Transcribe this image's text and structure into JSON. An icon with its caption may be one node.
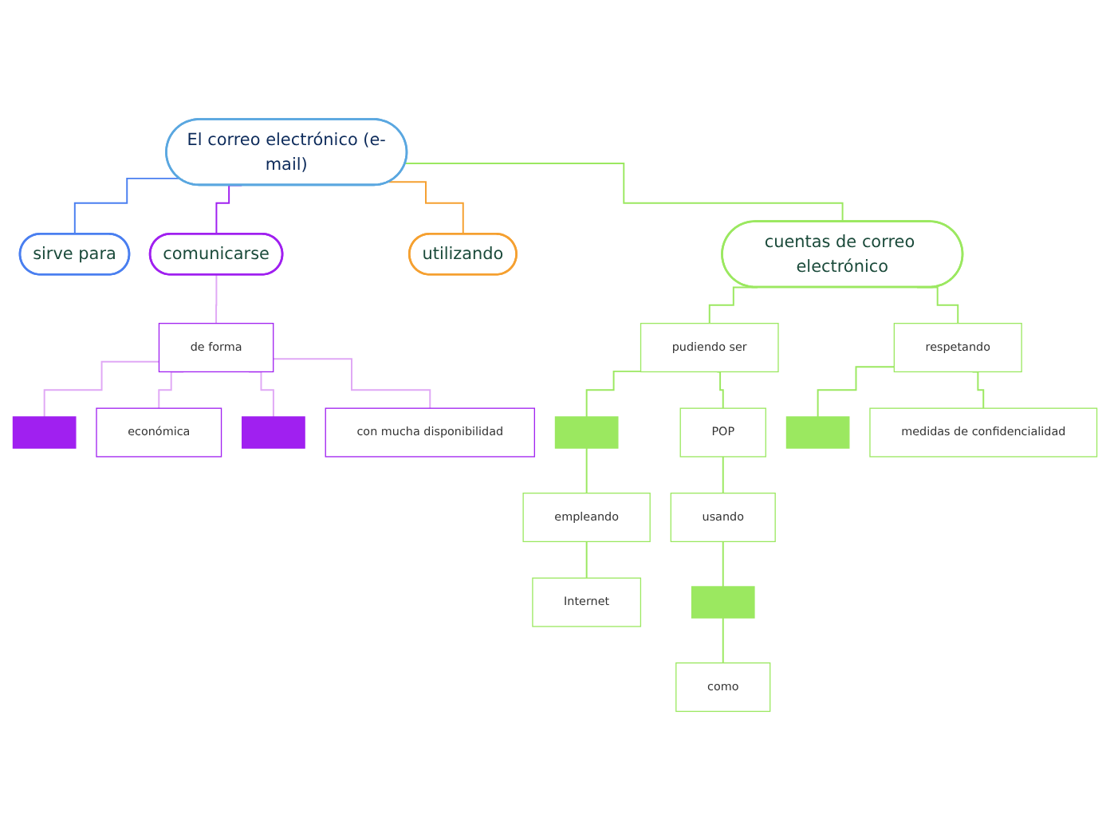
{
  "diagram": {
    "nodes": [
      {
        "text": [
          "El correo electrónico (e-mail)"
        ]
      },
      {
        "text": [
          "sirve para"
        ]
      },
      {
        "text": [
          "comunicarse"
        ]
      },
      {
        "text": [
          "utilizando"
        ]
      },
      {
        "text": [
          "cuentas de correo electrónico"
        ]
      },
      {
        "text": [
          "de forma"
        ]
      },
      {
        "text": [],
        "shape": "bar"
      },
      {
        "text": [
          "económica"
        ]
      },
      {
        "text": [],
        "shape": "bar"
      },
      {
        "text": [
          "con mucha disponibilidad"
        ]
      },
      {
        "text": [
          "pudiendo ser"
        ]
      },
      {
        "text": [
          "respetando"
        ]
      },
      {
        "text": [],
        "shape": "bar"
      },
      {
        "text": [
          "POP"
        ]
      },
      {
        "text": [],
        "shape": "bar"
      },
      {
        "text": [
          "medidas de confidencialidad"
        ]
      },
      {
        "text": [
          "empleando"
        ]
      },
      {
        "text": [
          "Internet"
        ]
      },
      {
        "text": [
          "usando"
        ]
      },
      {
        "text": [],
        "shape": "bar"
      },
      {
        "text": [
          "como"
        ]
      }
    ],
    "edges": [
      {
        "from": 0,
        "to": 1,
        "arrow": "none",
        "color": "#4a7ff0"
      },
      {
        "from": 0,
        "to": 2,
        "arrow": "none",
        "color": "#a020f0"
      },
      {
        "from": 0,
        "to": 3,
        "arrow": "none",
        "color": "#f5a030"
      },
      {
        "from": 0,
        "to": 4,
        "arrow": "none"
      },
      {
        "from": 2,
        "to": 5,
        "arrow": "none",
        "color": "#e0a8f5"
      },
      {
        "from": 5,
        "to": 6,
        "arrow": "none",
        "color": "#e0a8f5"
      },
      {
        "from": 5,
        "to": 7,
        "arrow": "none",
        "color": "#e0a8f5"
      },
      {
        "from": 5,
        "to": 8,
        "arrow": "none",
        "color": "#e0a8f5"
      },
      {
        "from": 5,
        "to": 9,
        "arrow": "none",
        "color": "#e0a8f5"
      },
      {
        "from": 4,
        "to": 10,
        "arrow": "none"
      },
      {
        "from": 4,
        "to": 11,
        "arrow": "none"
      },
      {
        "from": 10,
        "to": 12,
        "arrow": "none"
      },
      {
        "from": 10,
        "to": 13,
        "arrow": "none"
      },
      {
        "from": 11,
        "to": 14,
        "arrow": "none"
      },
      {
        "from": 11,
        "to": 15,
        "arrow": "none"
      },
      {
        "from": 12,
        "to": 16,
        "arrow": "none"
      },
      {
        "from": 16,
        "to": 17,
        "arrow": "none"
      },
      {
        "from": 13,
        "to": 18,
        "arrow": "none"
      },
      {
        "from": 18,
        "to": 19,
        "arrow": "none"
      },
      {
        "from": 19,
        "to": 20,
        "arrow": "none"
      }
    ]
  }
}
